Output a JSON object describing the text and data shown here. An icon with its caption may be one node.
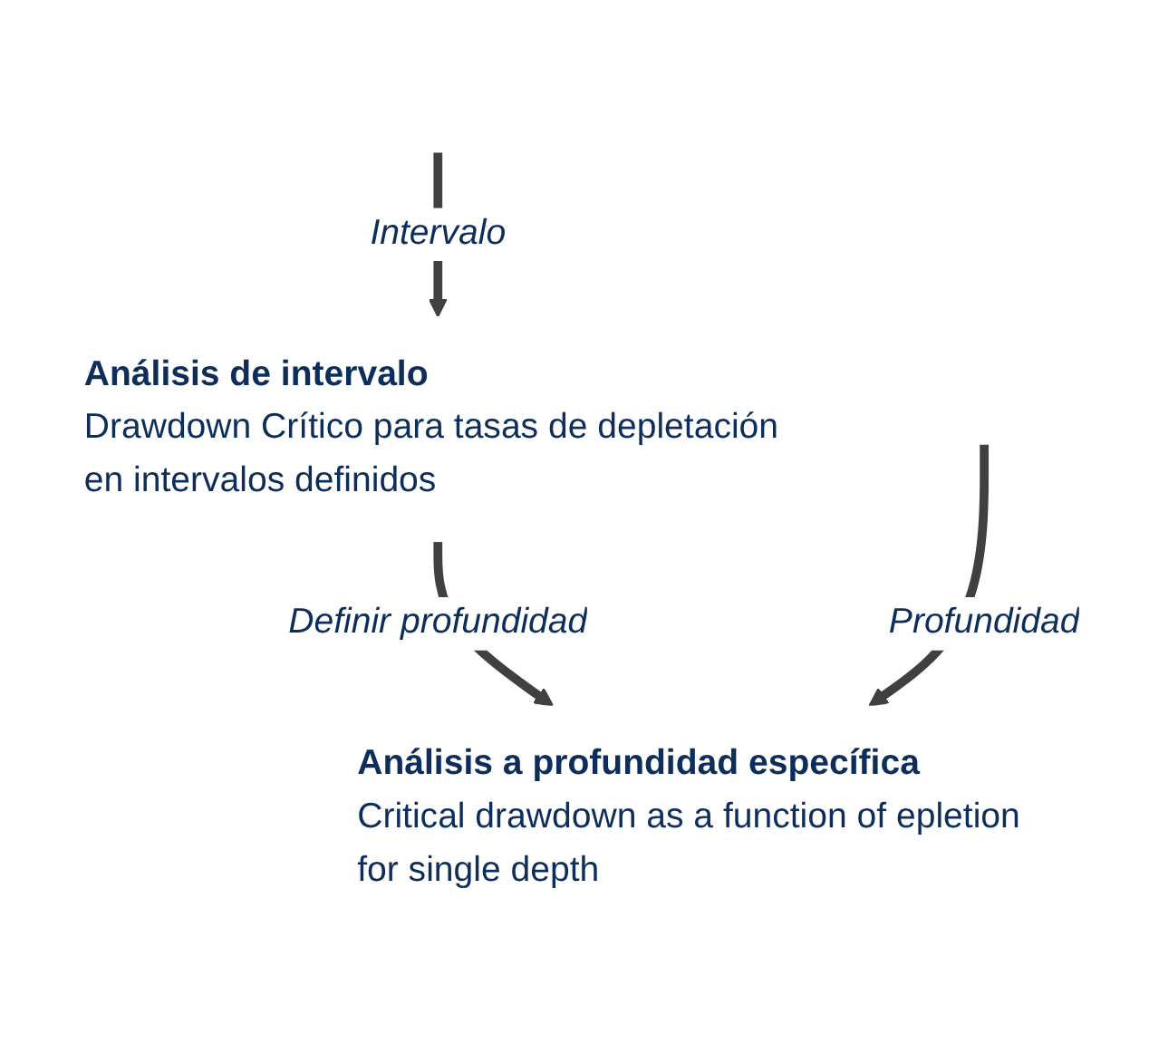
{
  "diagram": {
    "nodes": [
      {
        "text": [
          "Análisis de intervalo",
          "Drawdown Crítico para tasas de depletación en intervalos definidos"
        ]
      },
      {
        "text": [
          "Análisis a profundidad específica",
          "Critical drawdown as a function of epletion for single depth"
        ]
      }
    ],
    "edges": [
      {
        "from": null,
        "to": 0,
        "arrow": "to",
        "label": "Intervalo"
      },
      {
        "from": 0,
        "to": 1,
        "arrow": "to",
        "label": "Definir profundidad"
      },
      {
        "from": null,
        "to": 1,
        "arrow": "to",
        "label": "Profundidad"
      }
    ]
  }
}
